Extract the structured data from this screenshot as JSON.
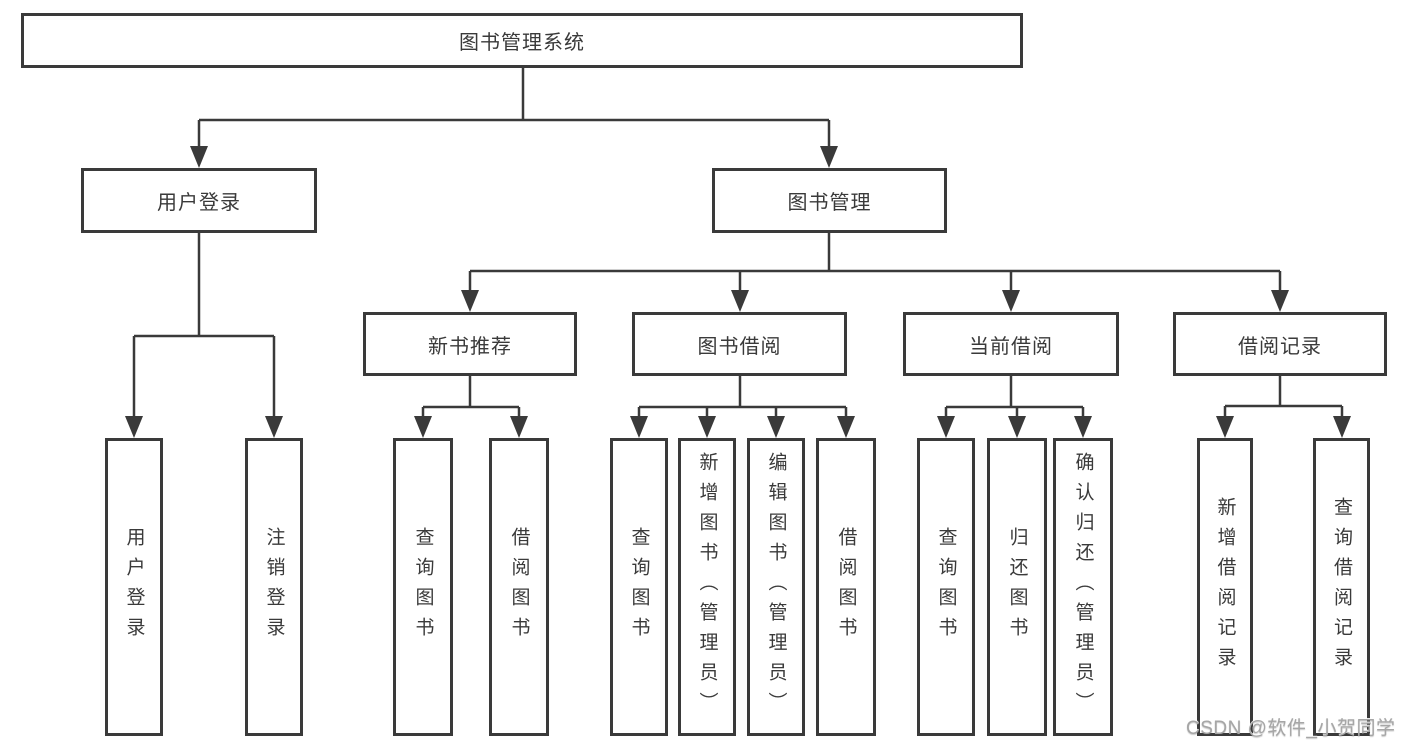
{
  "diagram_title": "图书管理系统",
  "nodes": {
    "root": {
      "label": "图书管理系统"
    },
    "level1": [
      {
        "label": "用户登录",
        "parent": "图书管理系统"
      },
      {
        "label": "图书管理",
        "parent": "图书管理系统"
      }
    ],
    "level2": [
      {
        "label": "新书推荐",
        "parent": "图书管理"
      },
      {
        "label": "图书借阅",
        "parent": "图书管理"
      },
      {
        "label": "当前借阅",
        "parent": "图书管理"
      },
      {
        "label": "借阅记录",
        "parent": "图书管理"
      }
    ],
    "leaves": [
      {
        "label": "用户登录",
        "parent": "用户登录"
      },
      {
        "label": "注销登录",
        "parent": "用户登录"
      },
      {
        "label": "查询图书",
        "parent": "新书推荐"
      },
      {
        "label": "借阅图书",
        "parent": "新书推荐"
      },
      {
        "label": "查询图书",
        "parent": "图书借阅"
      },
      {
        "label": "新增图书（管理员）",
        "parent": "图书借阅"
      },
      {
        "label": "编辑图书（管理员）",
        "parent": "图书借阅"
      },
      {
        "label": "借阅图书",
        "parent": "图书借阅"
      },
      {
        "label": "查询图书",
        "parent": "当前借阅"
      },
      {
        "label": "归还图书",
        "parent": "当前借阅"
      },
      {
        "label": "确认归还（管理员）",
        "parent": "当前借阅"
      },
      {
        "label": "新增借阅记录",
        "parent": "借阅记录"
      },
      {
        "label": "查询借阅记录",
        "parent": "借阅记录"
      }
    ]
  },
  "watermark": "CSDN @软件_小贺同学",
  "colors": {
    "line": "#3a3a3a",
    "text": "#3a3a3a",
    "background": "#ffffff",
    "watermark": "#a6a6a6"
  }
}
